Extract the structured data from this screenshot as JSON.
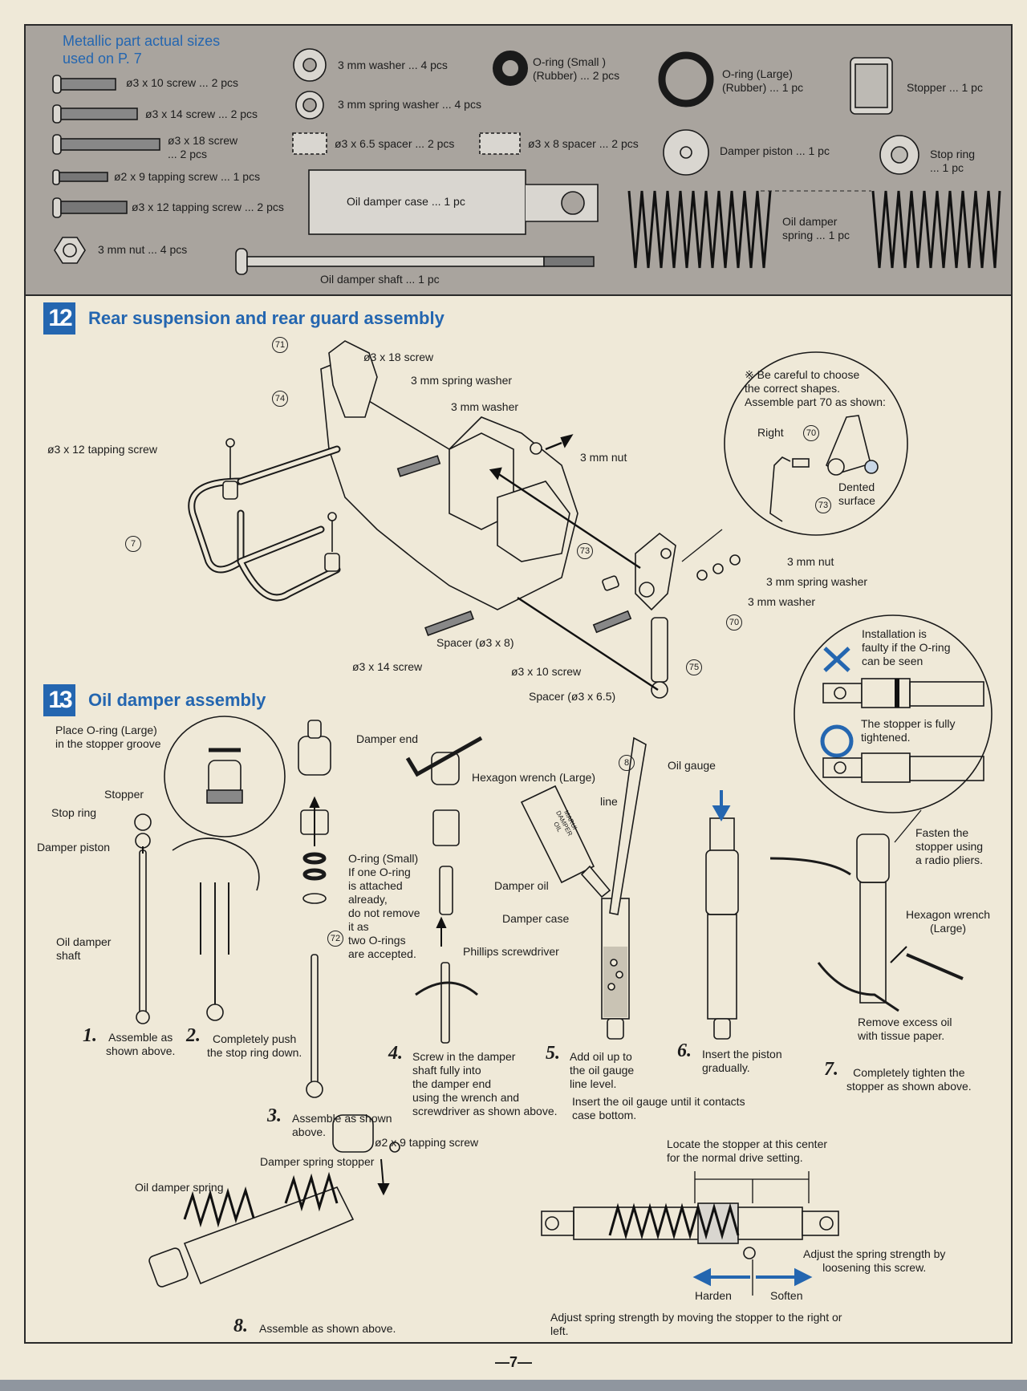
{
  "parts": {
    "title": "Metallic part actual sizes\nused on P. 7",
    "screw_3x10": "ø3 x 10 screw ... 2 pcs",
    "screw_3x14": "ø3 x 14 screw ... 2 pcs",
    "screw_3x18": "ø3 x 18 screw\n... 2 pcs",
    "tap_2x9": "ø2 x 9 tapping screw ... 1 pcs",
    "tap_3x12": "ø3 x 12 tapping screw ... 2 pcs",
    "nut": "3 mm nut ... 4 pcs",
    "washer": "3 mm washer ... 4 pcs",
    "spring_washer": "3 mm spring washer ... 4 pcs",
    "spacer_65": "ø3 x 6.5 spacer ... 2 pcs",
    "spacer_8": "ø3 x 8 spacer ... 2 pcs",
    "oring_small": "O-ring (Small )\n(Rubber) ... 2 pcs",
    "oring_large": "O-ring (Large)\n(Rubber) ... 1 pc",
    "stopper": "Stopper ... 1 pc",
    "damper_piston": "Damper piston ... 1 pc",
    "stop_ring": "Stop ring\n... 1 pc",
    "case": "Oil damper case ... 1 pc",
    "shaft": "Oil damper shaft ... 1 pc",
    "spring": "Oil damper\nspring ... 1 pc"
  },
  "s12": {
    "num": "12",
    "title": "Rear suspension and rear guard assembly",
    "l_screw18": "ø3 x 18 screw",
    "l_spwasher": "3 mm spring washer",
    "l_washer": "3 mm washer",
    "l_tap12": "ø3 x 12 tapping screw",
    "l_nut": "3 mm nut",
    "l_nut2": "3 mm nut",
    "l_spwasher2": "3 mm spring washer",
    "l_washer2": "3 mm washer",
    "l_spacer8": "Spacer (ø3 x 8)",
    "l_screw14": "ø3 x 14 screw",
    "l_screw10": "ø3 x 10 screw",
    "l_spacer65": "Spacer (ø3 x 6.5)",
    "note": "※ Be careful to choose\nthe correct shapes.\nAssemble part 70 as shown:",
    "right": "Right",
    "dented": "Dented\nsurface",
    "inst_bad": "Installation is\nfaulty if the O-ring\ncan be seen",
    "inst_good": "The stopper is fully\ntightened.",
    "refs": [
      "71",
      "74",
      "7",
      "73",
      "70",
      "73",
      "70",
      "75"
    ]
  },
  "s13": {
    "num": "13",
    "title": "Oil damper assembly",
    "place_oring": "Place O-ring (Large)\nin the stopper groove",
    "stopper": "Stopper",
    "stop_ring": "Stop ring",
    "damper_piston": "Damper piston",
    "damper_shaft": "Oil damper\nshaft",
    "damper_end": "Damper end",
    "oring_small": "O-ring (Small)\nIf one O-ring\nis attached\nalready,\ndo not remove\nit as\ntwo O-rings\nare accepted.",
    "hex_large": "Hexagon wrench (Large)",
    "phillips": "Phillips screwdriver",
    "oil_gauge": "Oil gauge",
    "line": "line",
    "damper_oil": "Damper oil",
    "damper_case": "Damper case",
    "fasten": "Fasten the\nstopper using\na radio pliers.",
    "hex_large2": "Hexagon wrench\n(Large)",
    "remove_oil": "Remove excess oil\nwith tissue paper.",
    "bottle": "MARUI\nDAMPER\nOIL",
    "ref72": "72",
    "ref8": "8",
    "step1_n": "1.",
    "step1": "Assemble as\nshown above.",
    "step2_n": "2.",
    "step2": "Completely push\nthe stop ring down.",
    "step3_n": "3.",
    "step3": "Assemble as shown\nabove.",
    "step4_n": "4.",
    "step4": "Screw in the damper\nshaft fully into\nthe damper end\nusing the wrench and\nscrewdriver as shown above.",
    "step5_n": "5.",
    "step5": "Add oil up to\nthe oil gauge\nline level.",
    "step5b": "Insert the oil gauge until it contacts\ncase bottom.",
    "step6_n": "6.",
    "step6": "Insert the piston\ngradually.",
    "step7_n": "7.",
    "step7": "Completely tighten the\nstopper as shown above.",
    "tap29": "ø2 x 9 tapping screw",
    "spring_stopper": "Damper spring stopper",
    "oil_spring": "Oil damper spring",
    "step8_n": "8.",
    "step8": "Assemble as shown above.",
    "locate": "Locate the stopper at this center\nfor the normal drive setting.",
    "adjust_screw": "Adjust the spring strength by\nloosening this screw.",
    "harden": "Harden",
    "soften": "Soften",
    "adjust_move": "Adjust spring strength by moving the stopper to the right or\nleft."
  },
  "footer": {
    "page": "—7—"
  }
}
